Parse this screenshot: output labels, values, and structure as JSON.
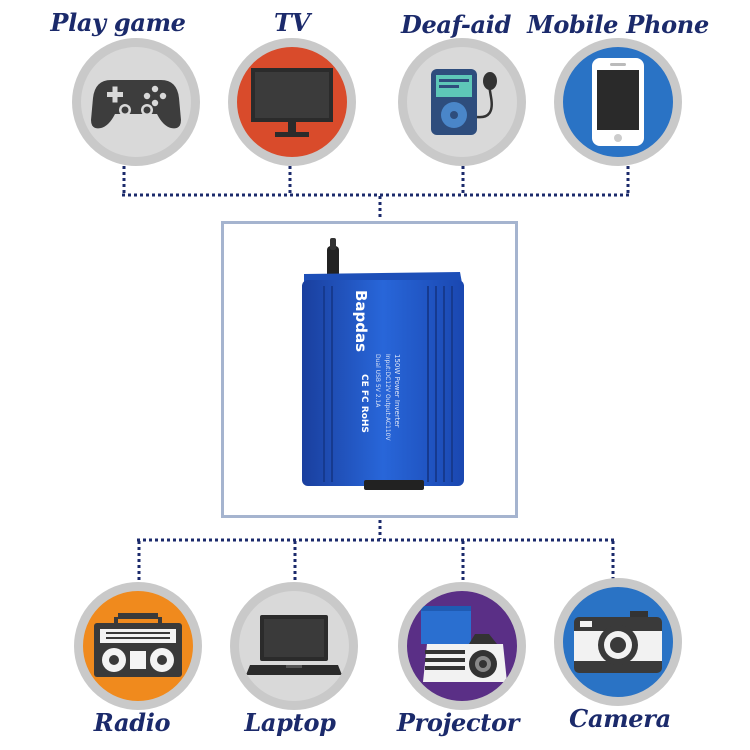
{
  "top_devices": [
    {
      "label": "Play game",
      "icon": "gamepad-icon",
      "fill": "#d9d9d9"
    },
    {
      "label": "TV",
      "icon": "tv-icon",
      "fill": "#d94b2b"
    },
    {
      "label": "Deaf-aid",
      "icon": "hearing-aid-icon",
      "fill": "#d9d9d9"
    },
    {
      "label": "Mobile Phone",
      "icon": "mobile-phone-icon",
      "fill": "#2a73c5"
    }
  ],
  "bottom_devices": [
    {
      "label": "Radio",
      "icon": "radio-icon",
      "fill": "#f08a1d"
    },
    {
      "label": "Laptop",
      "icon": "laptop-icon",
      "fill": "#d9d9d9"
    },
    {
      "label": "Projector",
      "icon": "projector-icon",
      "fill": "#5a2f86"
    },
    {
      "label": "Camera",
      "icon": "camera-icon",
      "fill": "#2a73c5"
    }
  ],
  "center_product": {
    "brand": "Bapdas",
    "lines": [
      "150W Power Inverter",
      "Input:DC12V  Output:AC110V",
      "Dual USB 5V  2.1A",
      "CE FC RoHS"
    ]
  },
  "colors": {
    "label_text": "#1b2a6b",
    "connector": "#1b2a6b",
    "circle_border": "#c9c9c9",
    "frame_border": "#a5b4cf",
    "inverter_blue": "#1f57c8"
  }
}
